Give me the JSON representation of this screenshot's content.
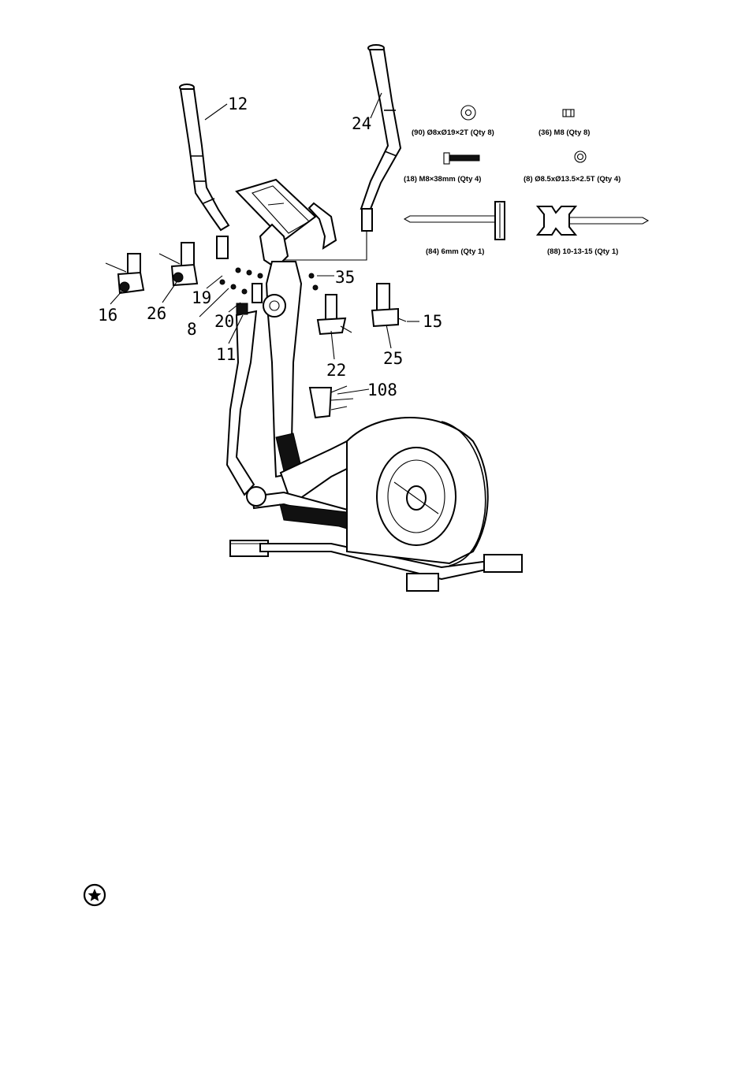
{
  "callouts": {
    "c12": "12",
    "c24": "24",
    "c35": "35",
    "c19": "19",
    "c8": "8",
    "c20": "20",
    "c11": "11",
    "c16": "16",
    "c26": "26",
    "c22": "22",
    "c25": "25",
    "c15": "15",
    "c108": "108"
  },
  "hardware": {
    "h1": "(90) Ø8xØ19×2T (Qty 8)",
    "h2": "(36) M8 (Qty 8)",
    "h3": "(18) M8×38mm (Qty 4)",
    "h4": "(8) Ø8.5xØ13.5×2.5T (Qty 4)",
    "h5": "(84) 6mm (Qty 1)",
    "h6": "(88) 10-13-15 (Qty 1)"
  },
  "note_icon": "star-in-circle-icon"
}
